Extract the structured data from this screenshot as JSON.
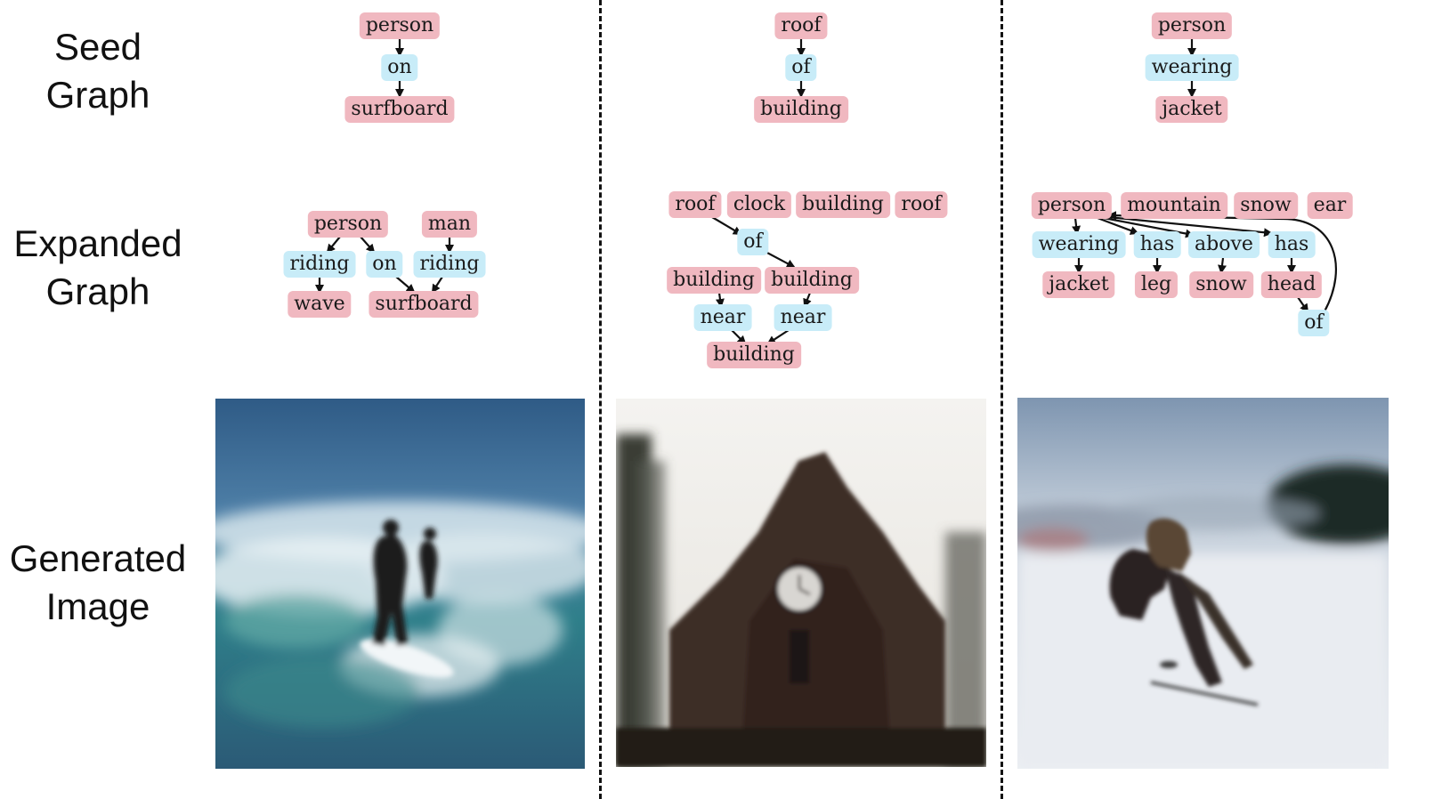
{
  "row_labels": {
    "seed": [
      "Seed",
      "Graph"
    ],
    "expanded": [
      "Expanded",
      "Graph"
    ],
    "generated": [
      "Generated",
      "Image"
    ]
  },
  "panels": [
    {
      "seed_nodes": [
        {
          "id": "p",
          "label": "person",
          "kind": "obj"
        },
        {
          "id": "on",
          "label": "on",
          "kind": "rel"
        },
        {
          "id": "s",
          "label": "surfboard",
          "kind": "obj"
        }
      ],
      "expanded_nodes": [
        {
          "id": "person",
          "label": "person",
          "kind": "obj"
        },
        {
          "id": "man",
          "label": "man",
          "kind": "obj"
        },
        {
          "id": "riding1",
          "label": "riding",
          "kind": "rel"
        },
        {
          "id": "on",
          "label": "on",
          "kind": "rel"
        },
        {
          "id": "riding2",
          "label": "riding",
          "kind": "rel"
        },
        {
          "id": "wave",
          "label": "wave",
          "kind": "obj"
        },
        {
          "id": "surfboard",
          "label": "surfboard",
          "kind": "obj"
        }
      ],
      "image_subject": "surfers on a wave"
    },
    {
      "seed_nodes": [
        {
          "id": "r",
          "label": "roof",
          "kind": "obj"
        },
        {
          "id": "of",
          "label": "of",
          "kind": "rel"
        },
        {
          "id": "b",
          "label": "building",
          "kind": "obj"
        }
      ],
      "expanded_nodes": [
        {
          "id": "roof1",
          "label": "roof",
          "kind": "obj"
        },
        {
          "id": "clock",
          "label": "clock",
          "kind": "obj"
        },
        {
          "id": "building1",
          "label": "building",
          "kind": "obj"
        },
        {
          "id": "roof2",
          "label": "roof",
          "kind": "obj"
        },
        {
          "id": "of",
          "label": "of",
          "kind": "rel"
        },
        {
          "id": "building2",
          "label": "building",
          "kind": "obj"
        },
        {
          "id": "building3",
          "label": "building",
          "kind": "obj"
        },
        {
          "id": "near1",
          "label": "near",
          "kind": "rel"
        },
        {
          "id": "near2",
          "label": "near",
          "kind": "rel"
        },
        {
          "id": "building4",
          "label": "building",
          "kind": "obj"
        }
      ],
      "image_subject": "building with clock"
    },
    {
      "seed_nodes": [
        {
          "id": "p",
          "label": "person",
          "kind": "obj"
        },
        {
          "id": "w",
          "label": "wearing",
          "kind": "rel"
        },
        {
          "id": "j",
          "label": "jacket",
          "kind": "obj"
        }
      ],
      "expanded_nodes": [
        {
          "id": "person",
          "label": "person",
          "kind": "obj"
        },
        {
          "id": "mountain",
          "label": "mountain",
          "kind": "obj"
        },
        {
          "id": "snow1",
          "label": "snow",
          "kind": "obj"
        },
        {
          "id": "ear",
          "label": "ear",
          "kind": "obj"
        },
        {
          "id": "wearing",
          "label": "wearing",
          "kind": "rel"
        },
        {
          "id": "has1",
          "label": "has",
          "kind": "rel"
        },
        {
          "id": "above",
          "label": "above",
          "kind": "rel"
        },
        {
          "id": "has2",
          "label": "has",
          "kind": "rel"
        },
        {
          "id": "jacket",
          "label": "jacket",
          "kind": "obj"
        },
        {
          "id": "leg",
          "label": "leg",
          "kind": "obj"
        },
        {
          "id": "snow2",
          "label": "snow",
          "kind": "obj"
        },
        {
          "id": "head",
          "label": "head",
          "kind": "obj"
        },
        {
          "id": "of",
          "label": "of",
          "kind": "rel"
        }
      ],
      "image_subject": "person skiing in snow"
    }
  ],
  "colors": {
    "object_node": "#f0b8c0",
    "relation_node": "#c8ecf8",
    "edge": "#111111"
  }
}
